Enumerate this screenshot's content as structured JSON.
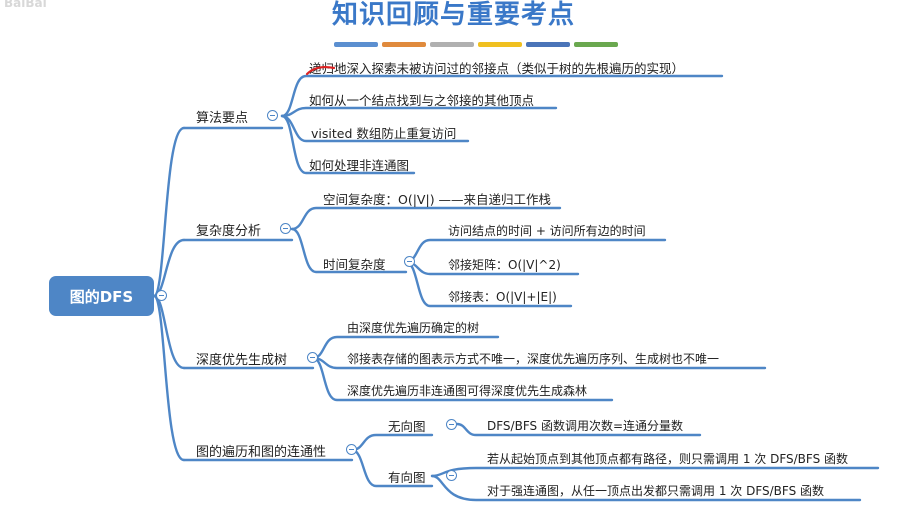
{
  "title": "知识回顾与重要考点",
  "watermark": "BaiBai",
  "color_bar": [
    "#5b8fd0",
    "#e08a3c",
    "#b0b0b0",
    "#f0c020",
    "#4a74b8",
    "#6aa84f"
  ],
  "root": "图的DFS",
  "groups": [
    {
      "label": "算法要点",
      "items": [
        "递归地深入探索未被访问过的邻接点（类似于树的先根遍历的实现）",
        "如何从一个结点找到与之邻接的其他顶点",
        "visited 数组防止重复访问",
        "如何处理非连通图"
      ]
    },
    {
      "label": "复杂度分析",
      "space": "空间复杂度：O(|V|) ——来自递归工作栈",
      "time": {
        "label": "时间复杂度",
        "items": [
          "访问结点的时间 + 访问所有边的时间",
          "邻接矩阵：O(|V|^2)",
          "邻接表：O(|V|+|E|)"
        ]
      }
    },
    {
      "label": "深度优先生成树",
      "items": [
        "由深度优先遍历确定的树",
        "邻接表存储的图表示方式不唯一，深度优先遍历序列、生成树也不唯一",
        "深度优先遍历非连通图可得深度优先生成森林"
      ]
    },
    {
      "label": "图的遍历和图的连通性",
      "undirected": {
        "label": "无向图",
        "item": "DFS/BFS 函数调用次数=连通分量数"
      },
      "directed": {
        "label": "有向图",
        "items": [
          "若从起始顶点到其他顶点都有路径，则只需调用 1 次 DFS/BFS 函数",
          "对于强连通图，从任一顶点出发都只需调用 1 次 DFS/BFS 函数"
        ]
      }
    }
  ]
}
